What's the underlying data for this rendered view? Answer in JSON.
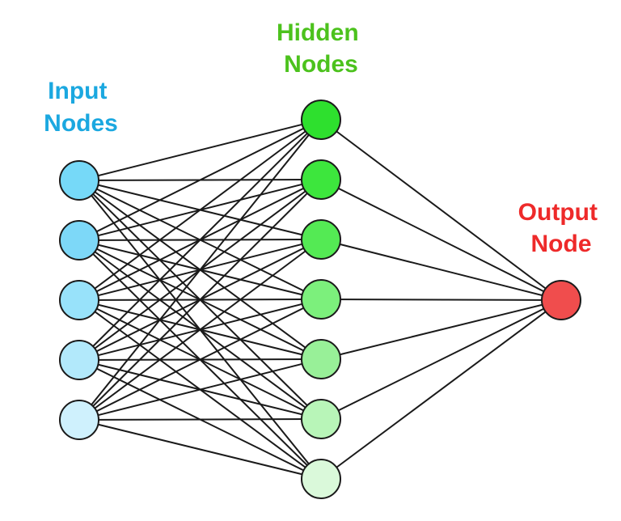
{
  "layers": [
    {
      "id": "input",
      "label_lines": [
        "Input",
        "Nodes"
      ],
      "label_color": "#1ba8e0",
      "node_count": 5,
      "node_colors": [
        "#76d9f8",
        "#7dd8f8",
        "#98e2fa",
        "#b2e9fb",
        "#cff1fd"
      ]
    },
    {
      "id": "hidden",
      "label_lines": [
        "Hidden",
        "Nodes"
      ],
      "label_color": "#4cc21d",
      "node_count": 7,
      "node_colors": [
        "#2ee02e",
        "#3de63d",
        "#54ea54",
        "#7cf07c",
        "#98f098",
        "#b8f5b8",
        "#daf9da"
      ]
    },
    {
      "id": "output",
      "label_lines": [
        "Output",
        "Node"
      ],
      "label_color": "#ee2a2a",
      "node_count": 1,
      "node_colors": [
        "#f04d4d"
      ]
    }
  ],
  "edge_color": "#1a1a1a",
  "connectivity": "fully-connected"
}
